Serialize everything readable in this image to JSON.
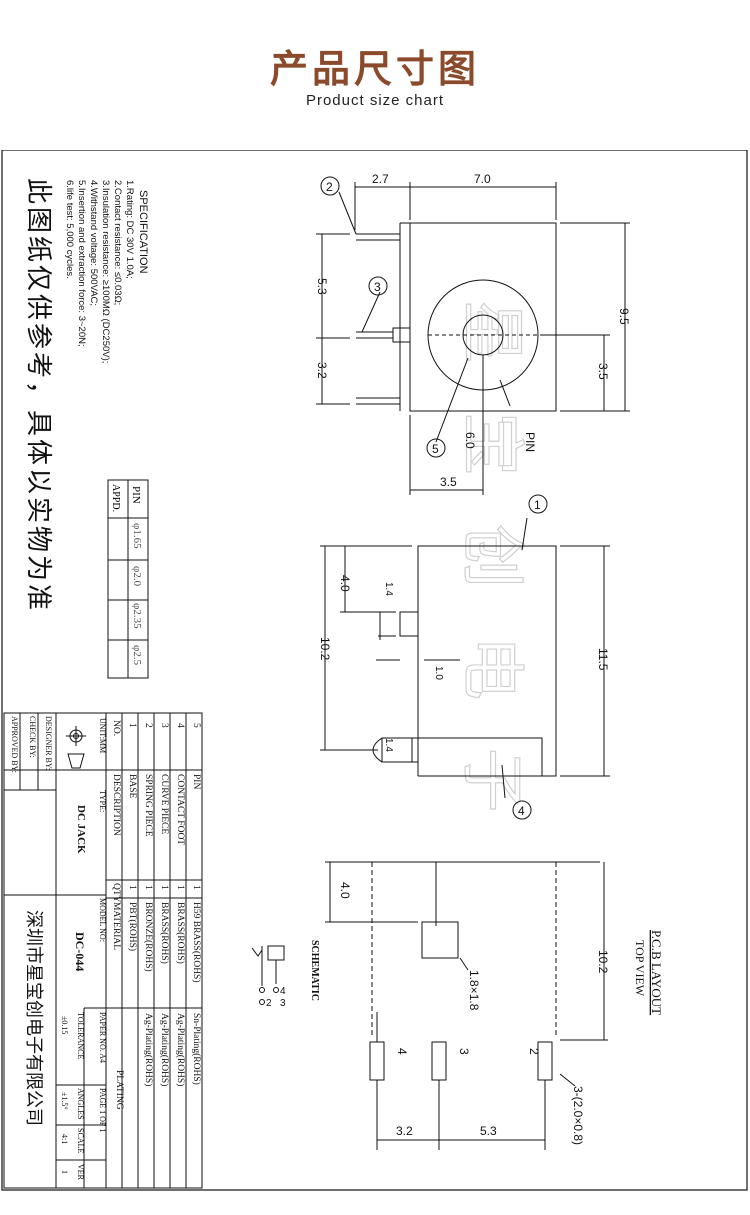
{
  "header": {
    "title_cn": "产品尺寸图",
    "title_en": "Product size chart"
  },
  "specification": {
    "heading": "SPECIFICATION",
    "lines": [
      "1.Rating: DC 30V 1.0A;",
      "2.Contact resistance: ≤0.03Ω;",
      "3.Insulation resistance: ≥100MΩ (DC250V);",
      "4.Withstand voltage: 500VAC;",
      "5.Insertion and extraction force: 3~20N;",
      "6.life test: 5,000 cycles."
    ]
  },
  "disclaimer": "此图纸仅供参考，具体以实物为准",
  "pin_table": {
    "row_labels": [
      "PIN",
      "APPD."
    ],
    "pin_values": [
      "φ1.65",
      "φ2.0",
      "φ2.35",
      "φ2.5"
    ]
  },
  "top_view": {
    "dims": {
      "d27": "2.7",
      "d70": "7.0",
      "d53": "5.3",
      "d95": "9.5",
      "d32": "3.2",
      "d35": "3.5",
      "d60": "6.0",
      "d35b": "3.5"
    },
    "pin_label": "PIN",
    "balloons": [
      "2",
      "3",
      "5"
    ]
  },
  "side_view": {
    "dims": {
      "d40": "4.0",
      "d14": "1.4",
      "d102": "10.2",
      "d115": "11.5",
      "d10": "1.0",
      "d14b": "1.4"
    },
    "balloons": [
      "1",
      "4"
    ]
  },
  "pcb_layout": {
    "title": "P.C.B LAYOUT",
    "subtitle": "TOP VIEW",
    "dims": {
      "d40": "4.0",
      "d102": "10.2",
      "sq": "1.8×1.8",
      "slot": "3-(2.0×0.8)",
      "d32": "3.2",
      "d53": "5.3"
    },
    "pin_numbers": [
      "4",
      "3",
      "2"
    ]
  },
  "schematic": {
    "title": "SCHEMATIC",
    "pins": [
      "2",
      "4",
      "3"
    ]
  },
  "bom": {
    "headers": {
      "no": "NO.",
      "desc": "DESCRIPTION",
      "qty": "QTY",
      "material": "MATERIAL",
      "plating": "PLATING"
    },
    "rows": [
      {
        "no": "5",
        "desc": "PIN",
        "qty": "1",
        "material": "H59 BRASS(ROHS)",
        "plating": "Sn-Plating(ROHS)"
      },
      {
        "no": "4",
        "desc": "CONTACT FOOT",
        "qty": "1",
        "material": "BRASS(ROHS)",
        "plating": "Ag-Plating(ROHS)"
      },
      {
        "no": "3",
        "desc": "CURVE PIECE",
        "qty": "1",
        "material": "BRASS(ROHS)",
        "plating": "Ag-Plating(ROHS)"
      },
      {
        "no": "2",
        "desc": "SPRING PIECE",
        "qty": "1",
        "material": "BRONZE(ROHS)",
        "plating": "Ag-Plating(ROHS)"
      },
      {
        "no": "1",
        "desc": "BASE",
        "qty": "1",
        "material": "PBT(ROHS)",
        "plating": ""
      }
    ]
  },
  "title_block": {
    "unit": "UNIT:MM",
    "type_label": "TYPE:",
    "type_value": "DC JACK",
    "model_label": "MODEL NO:",
    "model_value": "DC-044",
    "company": "深圳市星宝创电子有限公司",
    "designer": "DESIGNER BY:",
    "check": "CHECK   BY:",
    "approved": "APPROVED BY:",
    "paper_label": "PAPER NO.  A4",
    "page_label": "PAGE 1 OF 1",
    "tolerance_label": "TOLERANCE",
    "tolerance_value": "±0.15",
    "angles_label": "ANGLES",
    "angles_value": "±1.5°",
    "scale_label": "SCALE",
    "scale_value": "4:1",
    "ver_label": "VER",
    "ver_value": "1"
  },
  "watermark": "星宝创电子",
  "colors": {
    "title": "#8b4a2b",
    "ink": "#111111",
    "watermark": "#d9d9d9"
  }
}
